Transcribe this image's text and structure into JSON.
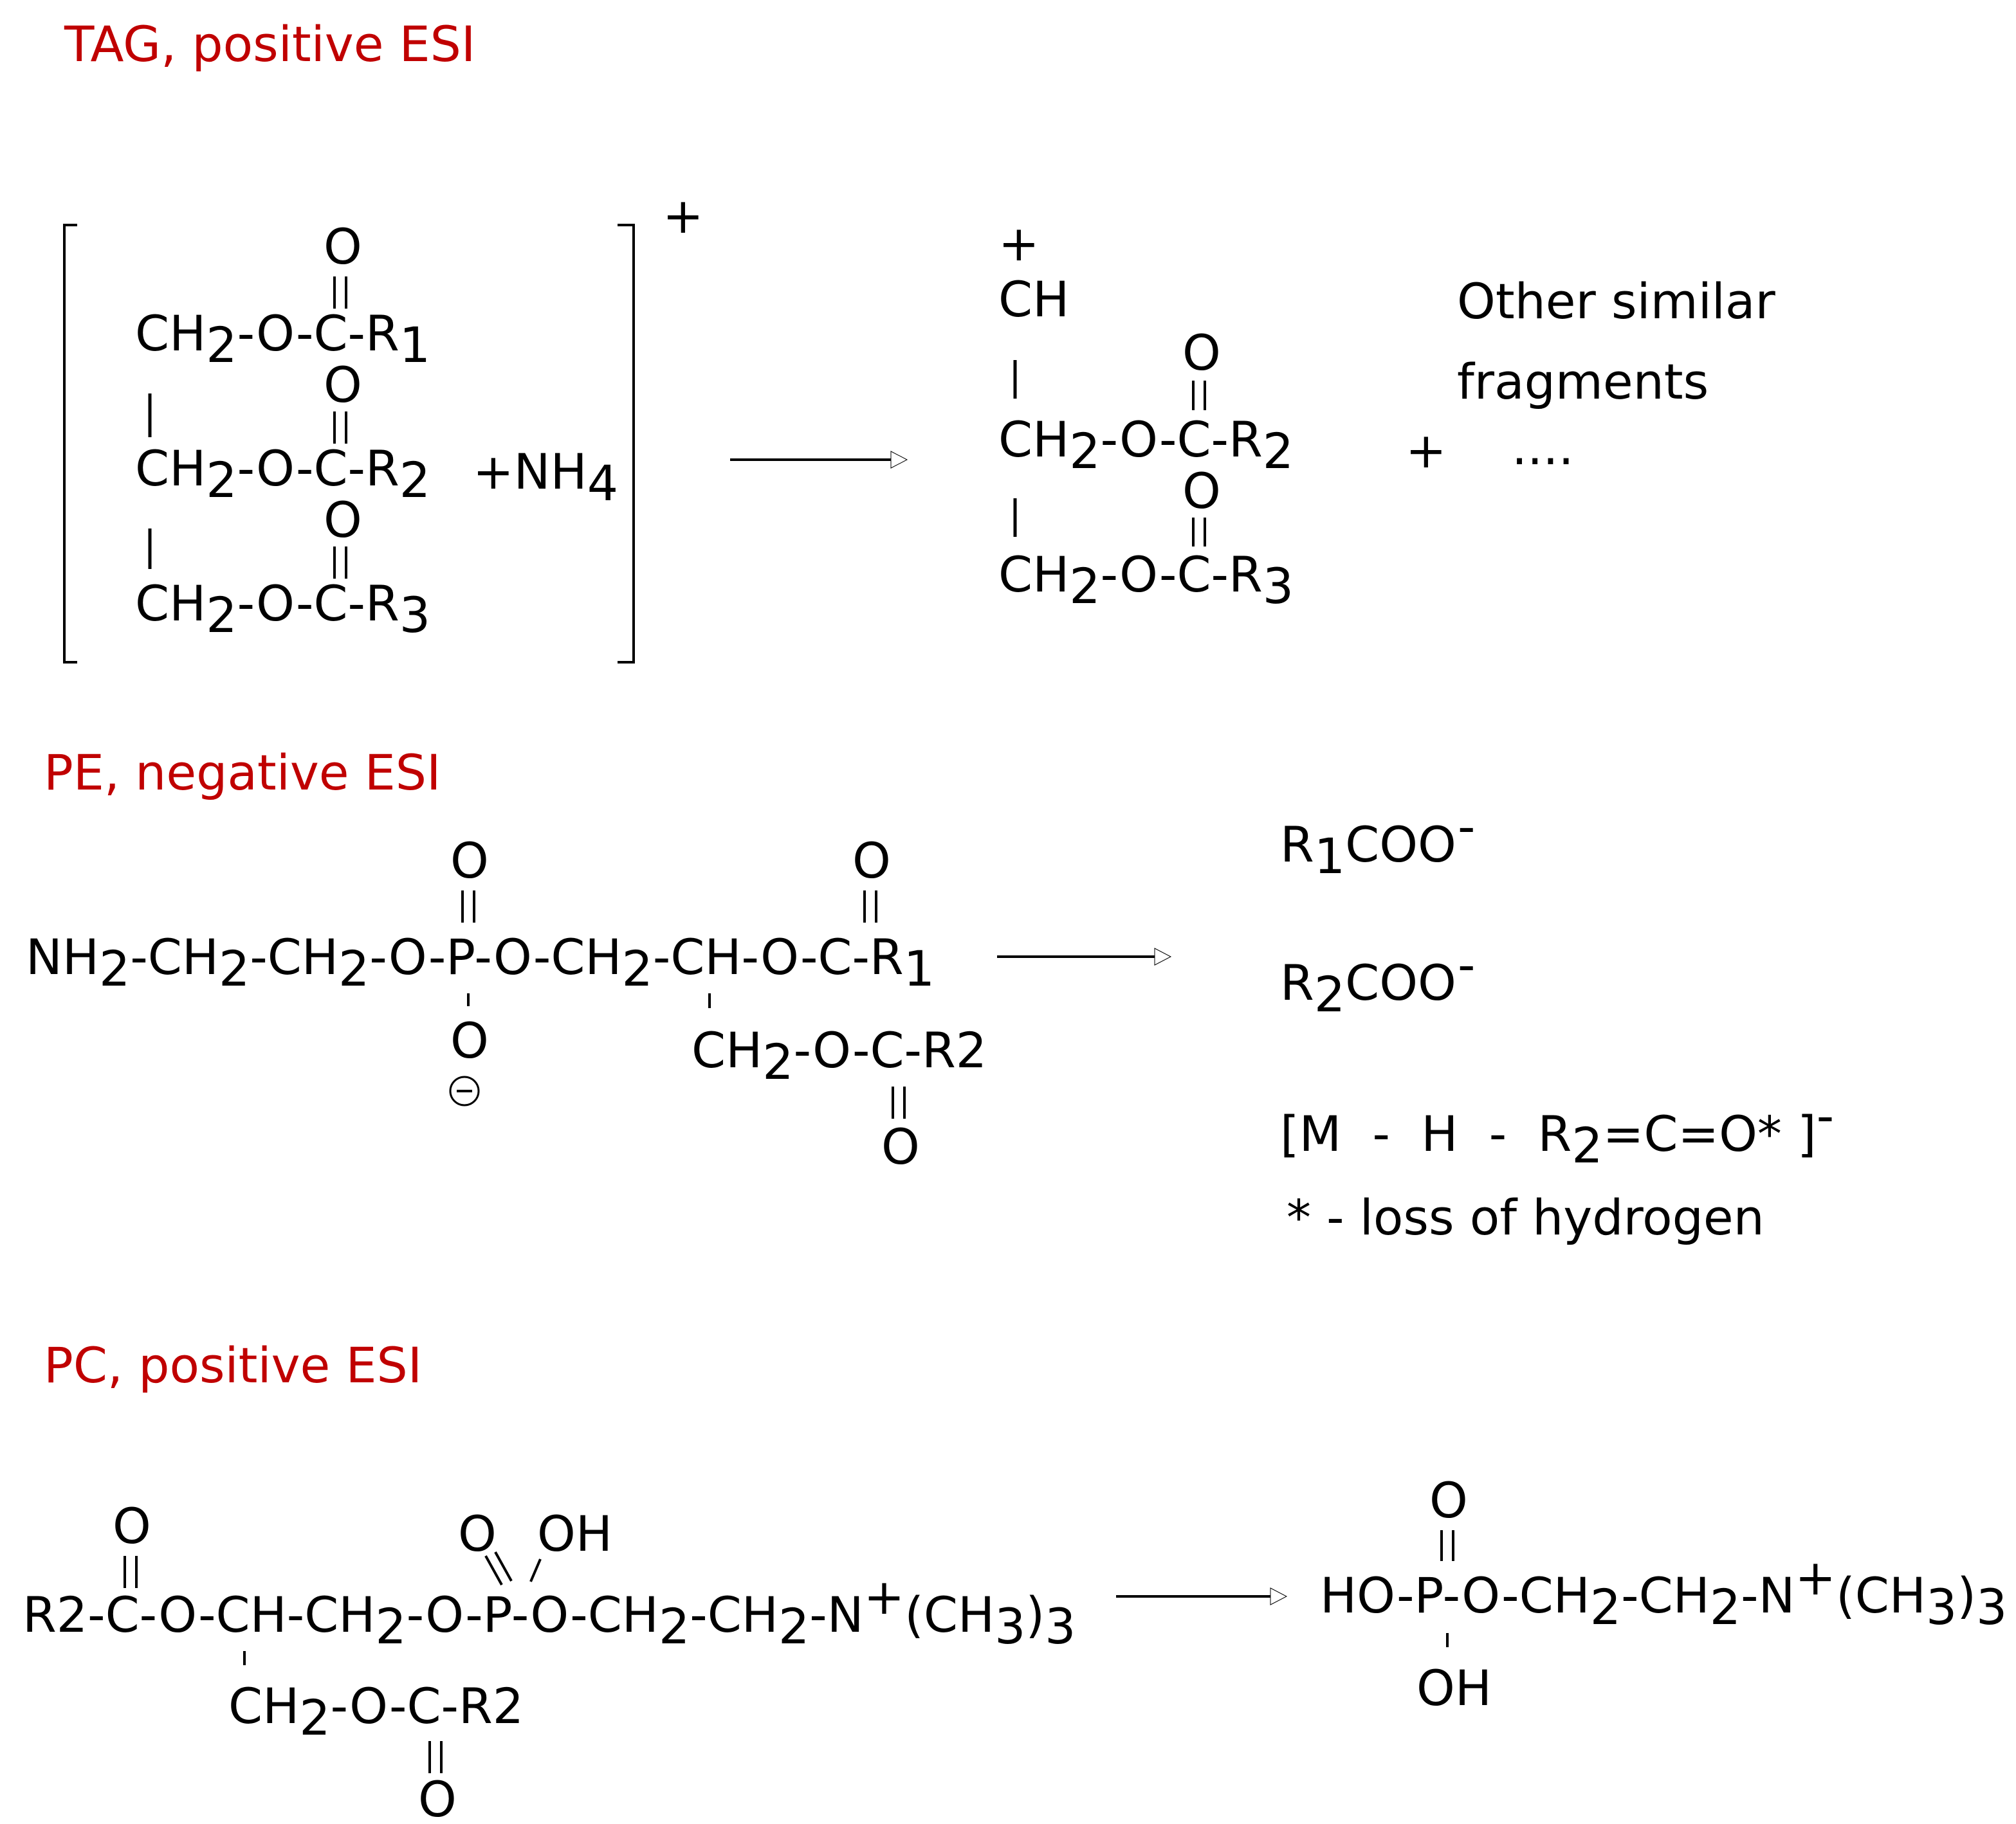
{
  "colors": {
    "title": "#c00000",
    "text": "#000000",
    "background": "#ffffff"
  },
  "sections": {
    "tag": {
      "title": "TAG, positive ESI",
      "reactant": {
        "row1": {
          "pre": "CH",
          "sub": "2",
          "mid": "-O-C-R",
          "sub2": "1"
        },
        "row2": {
          "pre": "CH",
          "sub": "2",
          "mid": "-O-C-R",
          "sub2": "2"
        },
        "row3": {
          "pre": "CH",
          "sub": "2",
          "mid": "-O-C-R",
          "sub2": "3"
        },
        "carbonyl_o": "O",
        "adduct": "+NH",
        "adduct_sub": "4",
        "charge": "+"
      },
      "product": {
        "charge": "+",
        "top": "CH",
        "row2": {
          "pre": "CH",
          "sub": "2",
          "mid": "-O-C-R",
          "sub2": "2"
        },
        "row3": {
          "pre": "CH",
          "sub": "2",
          "mid": "-O-C-R",
          "sub2": "3"
        },
        "carbonyl_o": "O"
      },
      "plus": "+",
      "other_line1": "Other similar",
      "other_line2": "fragments",
      "ellipsis": "...."
    },
    "pe": {
      "title": "PE, negative ESI",
      "main": [
        "NH",
        "2",
        "-CH",
        "2",
        "-CH",
        "2",
        "-O-P-O-CH",
        "2",
        "-CH-O-C-R",
        "1"
      ],
      "branch": {
        "pre": "CH",
        "sub": "2",
        "mid": "-O-C-R2"
      },
      "o": "O",
      "minus": "−",
      "products": {
        "p1": {
          "pre": "R",
          "sub": "1",
          "mid": "COO",
          "sup": "-"
        },
        "p2": {
          "pre": "R",
          "sub": "2",
          "mid": "COO",
          "sup": "-"
        },
        "p3": {
          "pre": "[M  -  H  -  R",
          "sub": "2",
          "mid": "=C=O* ]",
          "sup": "-"
        },
        "note": "* - loss of hydrogen"
      }
    },
    "pc": {
      "title": "PC, positive ESI",
      "main": [
        "R2-C-O-CH-CH",
        "2",
        "-O-P-O-CH",
        "2",
        "-CH",
        "2",
        "-N",
        "+",
        "(CH",
        "3",
        ")",
        "3"
      ],
      "branch": {
        "pre": "CH",
        "sub": "2",
        "mid": "-O-C-R2"
      },
      "o": "O",
      "oh": "OH",
      "product": [
        "HO-P-O-CH",
        "2",
        "-CH",
        "2",
        "-N",
        "+",
        "(CH",
        "3",
        ")",
        "3"
      ],
      "product_oh": "OH",
      "product_o": "O"
    }
  }
}
